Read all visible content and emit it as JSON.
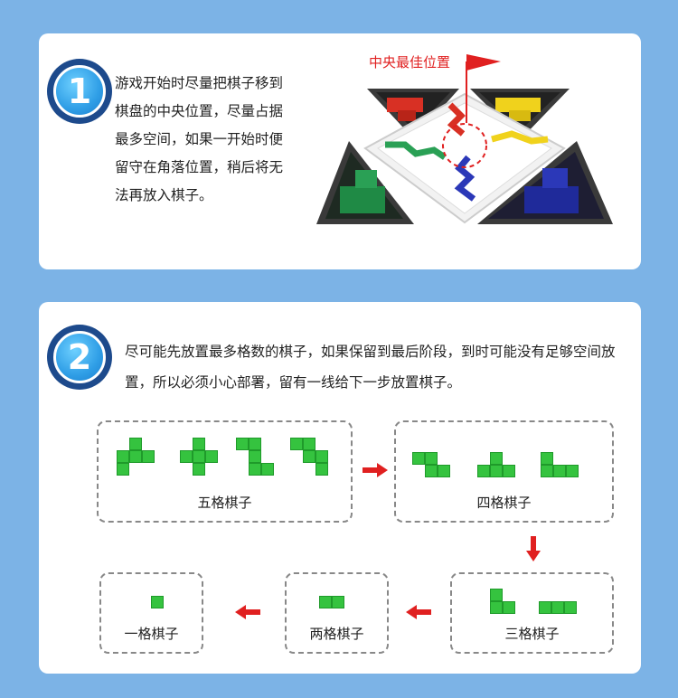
{
  "step1": {
    "number": "1",
    "text": "游戏开始时尽量把棋子移到棋盘的中央位置，尽量占据最多空间，如果一开始时便留守在角落位置，稍后将无法再放入棋子。",
    "callout": "中央最佳位置"
  },
  "step2": {
    "number": "2",
    "text": "尽可能先放置最多格数的棋子，如果保留到最后阶段，到时可能没有足够空间放置，所以必须小心部署，留有一线给下一步放置棋子。"
  },
  "pieces": {
    "five": "五格棋子",
    "four": "四格棋子",
    "three": "三格棋子",
    "two": "两格棋子",
    "one": "一格棋子"
  },
  "colors": {
    "background": "#7cb3e6",
    "badge_ring": "#1d4a8c",
    "badge_fill": "#2f9ee6",
    "piece_green": "#35c33f",
    "arrow_red": "#e02020"
  }
}
